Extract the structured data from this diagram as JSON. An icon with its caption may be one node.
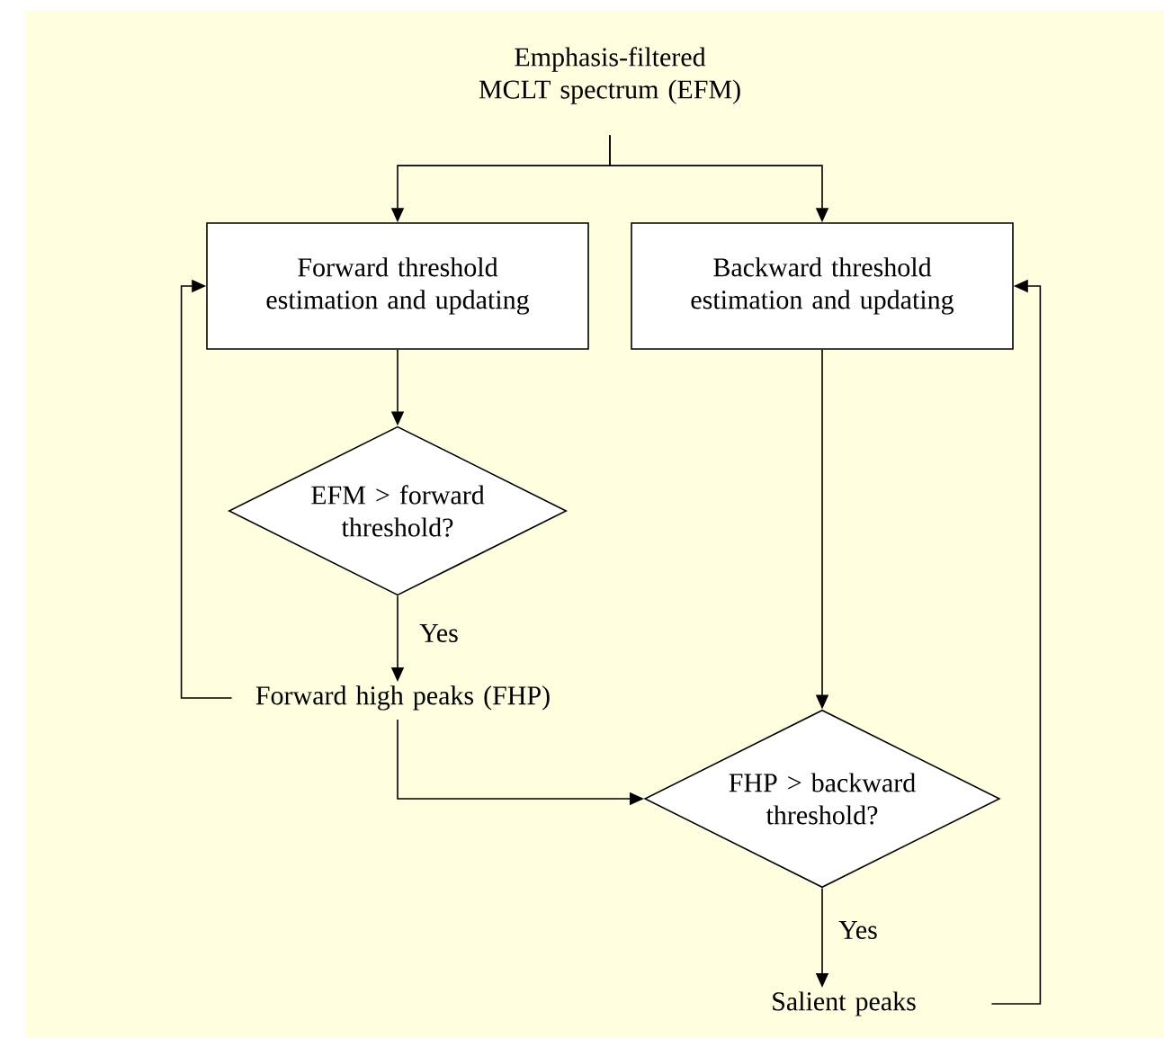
{
  "diagram": {
    "nodes": [
      {
        "text": [
          "Emphasis-filtered MCLT spectrum (EFM)"
        ]
      },
      {
        "text": [
          "Forward threshold estimation and updating"
        ]
      },
      {
        "text": [
          "Backward threshold estimation and updating"
        ]
      },
      {
        "text": [
          "EFM > forward threshold?"
        ]
      },
      {
        "text": [
          "Forward high peaks (FHP)"
        ]
      },
      {
        "text": [
          "FHP > backward threshold?"
        ]
      },
      {
        "text": [
          "Salient peaks"
        ]
      }
    ],
    "edges": [
      {
        "from": 0,
        "to": 1,
        "arrow": "to"
      },
      {
        "from": 0,
        "to": 2,
        "arrow": "to"
      },
      {
        "from": 1,
        "to": 3,
        "arrow": "to"
      },
      {
        "from": 3,
        "to": 4,
        "arrow": "to",
        "label": "Yes"
      },
      {
        "from": 4,
        "to": 1,
        "arrow": "to"
      },
      {
        "from": 2,
        "to": 5,
        "arrow": "to"
      },
      {
        "from": 4,
        "to": 5,
        "arrow": "to"
      },
      {
        "from": 5,
        "to": 6,
        "arrow": "to",
        "label": "Yes"
      },
      {
        "from": 6,
        "to": 2,
        "arrow": "to"
      }
    ]
  }
}
